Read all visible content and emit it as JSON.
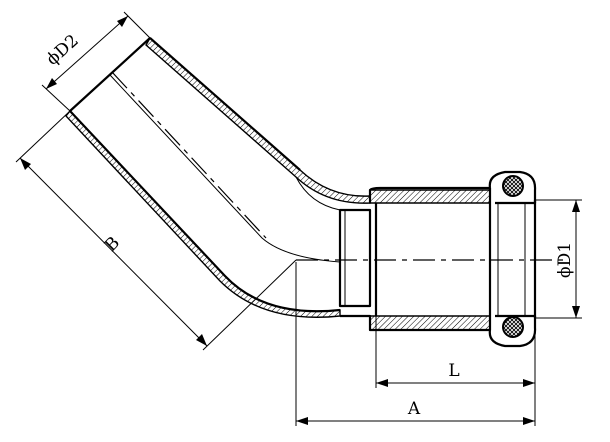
{
  "labels": {
    "d2": "ϕD2",
    "d1": "ϕD1",
    "b": "B",
    "l": "L",
    "a": "A"
  }
}
